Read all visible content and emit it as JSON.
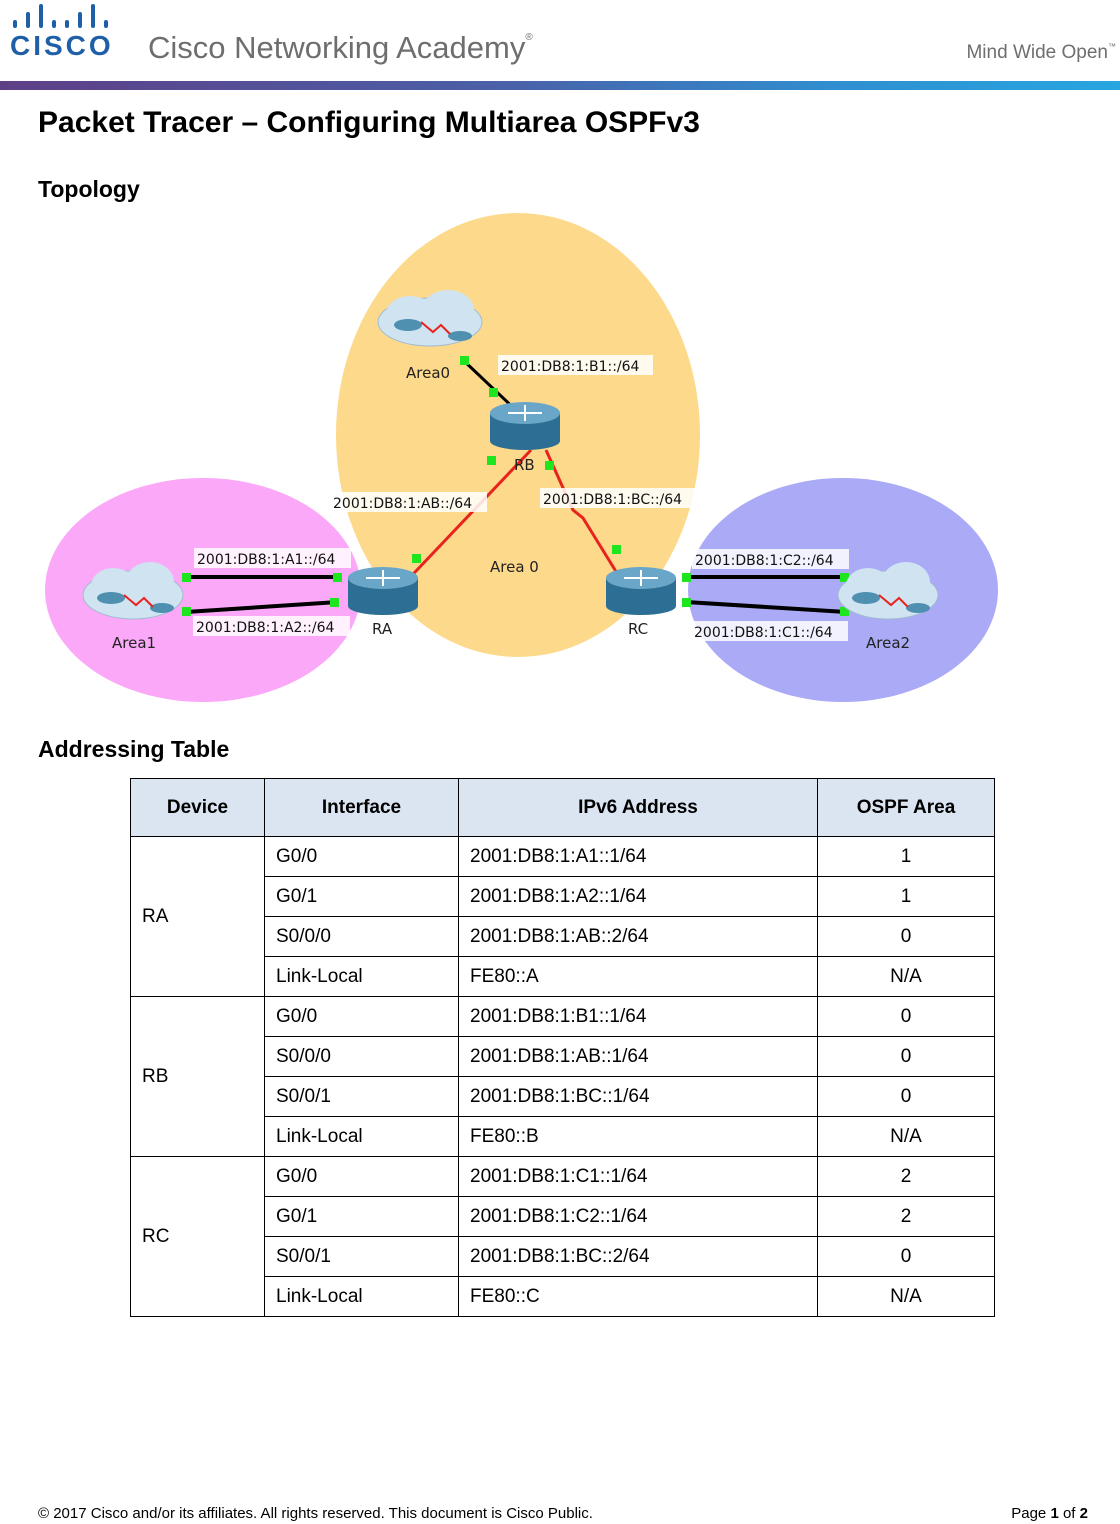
{
  "header": {
    "brand_word": "CISCO",
    "academy_name": "Cisco Networking Academy",
    "academy_mark": "®",
    "tagline": "Mind Wide Open",
    "tagline_mark": "™"
  },
  "page_title": "Packet Tracer – Configuring Multiarea OSPFv3",
  "topology": {
    "heading": "Topology",
    "area_labels": {
      "area0_cloud": "Area0",
      "area0_zone": "Area 0",
      "area1": "Area1",
      "area2": "Area2"
    },
    "routers": {
      "ra": "RA",
      "rb": "RB",
      "rc": "RC"
    },
    "links": {
      "b1": "2001:DB8:1:B1::/64",
      "ab": "2001:DB8:1:AB::/64",
      "bc": "2001:DB8:1:BC::/64",
      "a1": "2001:DB8:1:A1::/64",
      "a2": "2001:DB8:1:A2::/64",
      "c2": "2001:DB8:1:C2::/64",
      "c1": "2001:DB8:1:C1::/64"
    },
    "colors": {
      "area0": "#fdd98b",
      "area1": "#fba8f8",
      "area2": "#aaaaf7",
      "serial_link": "#e8231e",
      "port": "#1ee61e"
    }
  },
  "addressing": {
    "heading": "Addressing Table",
    "columns": [
      "Device",
      "Interface",
      "IPv6 Address",
      "OSPF Area"
    ],
    "devices": [
      {
        "name": "RA",
        "rows": [
          {
            "interface": "G0/0",
            "address": "2001:DB8:1:A1::1/64",
            "area": "1"
          },
          {
            "interface": "G0/1",
            "address": "2001:DB8:1:A2::1/64",
            "area": "1"
          },
          {
            "interface": "S0/0/0",
            "address": "2001:DB8:1:AB::2/64",
            "area": "0"
          },
          {
            "interface": "Link-Local",
            "address": "FE80::A",
            "area": "N/A"
          }
        ]
      },
      {
        "name": "RB",
        "rows": [
          {
            "interface": "G0/0",
            "address": "2001:DB8:1:B1::1/64",
            "area": "0"
          },
          {
            "interface": "S0/0/0",
            "address": "2001:DB8:1:AB::1/64",
            "area": "0"
          },
          {
            "interface": "S0/0/1",
            "address": "2001:DB8:1:BC::1/64",
            "area": "0"
          },
          {
            "interface": "Link-Local",
            "address": "FE80::B",
            "area": "N/A"
          }
        ]
      },
      {
        "name": "RC",
        "rows": [
          {
            "interface": "G0/0",
            "address": "2001:DB8:1:C1::1/64",
            "area": "2"
          },
          {
            "interface": "G0/1",
            "address": "2001:DB8:1:C2::1/64",
            "area": "2"
          },
          {
            "interface": "S0/0/1",
            "address": "2001:DB8:1:BC::2/64",
            "area": "0"
          },
          {
            "interface": "Link-Local",
            "address": "FE80::C",
            "area": "N/A"
          }
        ]
      }
    ]
  },
  "footer": {
    "copyright": "© 2017 Cisco and/or its affiliates. All rights reserved. This document is Cisco Public.",
    "page_prefix": "Page",
    "page_current": "1",
    "page_of": "of",
    "page_total": "2"
  }
}
